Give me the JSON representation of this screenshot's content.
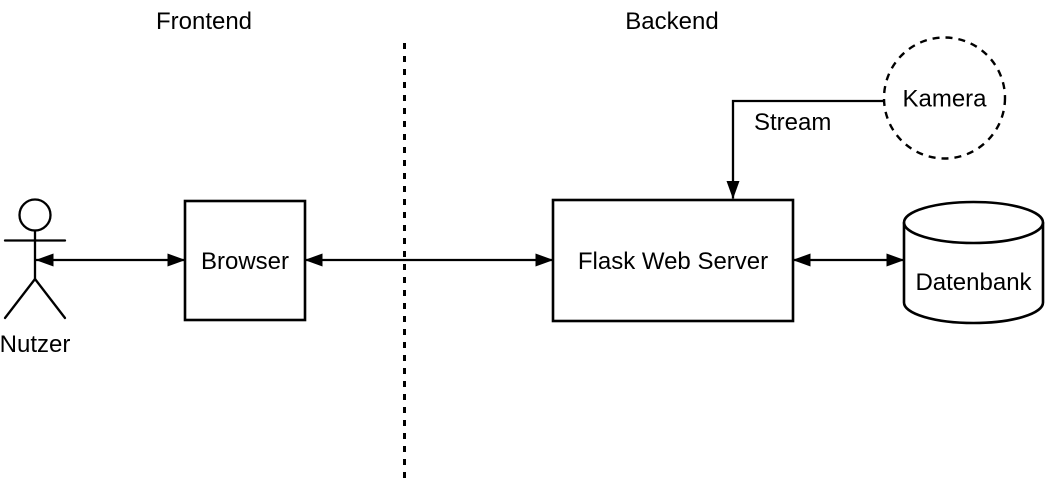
{
  "diagram": {
    "type": "architecture-diagram",
    "colors": {
      "background": "#ffffff",
      "stroke": "#000000",
      "text": "#000000"
    },
    "lanes": {
      "frontend": "Frontend",
      "backend": "Backend"
    },
    "nodes": {
      "nutzer": {
        "label": "Nutzer",
        "shape": "stick-figure-actor"
      },
      "browser": {
        "label": "Browser",
        "shape": "rectangle"
      },
      "flask": {
        "label": "Flask Web Server",
        "shape": "rectangle"
      },
      "kamera": {
        "label": "Kamera",
        "shape": "dashed-circle"
      },
      "datenbank": {
        "label": "Datenbank",
        "shape": "database-cylinder"
      }
    },
    "edges": {
      "nutzer_browser": {
        "type": "bidirectional-arrow"
      },
      "browser_flask": {
        "type": "bidirectional-arrow"
      },
      "flask_datenbank": {
        "type": "bidirectional-arrow"
      },
      "kamera_flask": {
        "type": "directional-arrow",
        "label": "Stream"
      }
    }
  }
}
